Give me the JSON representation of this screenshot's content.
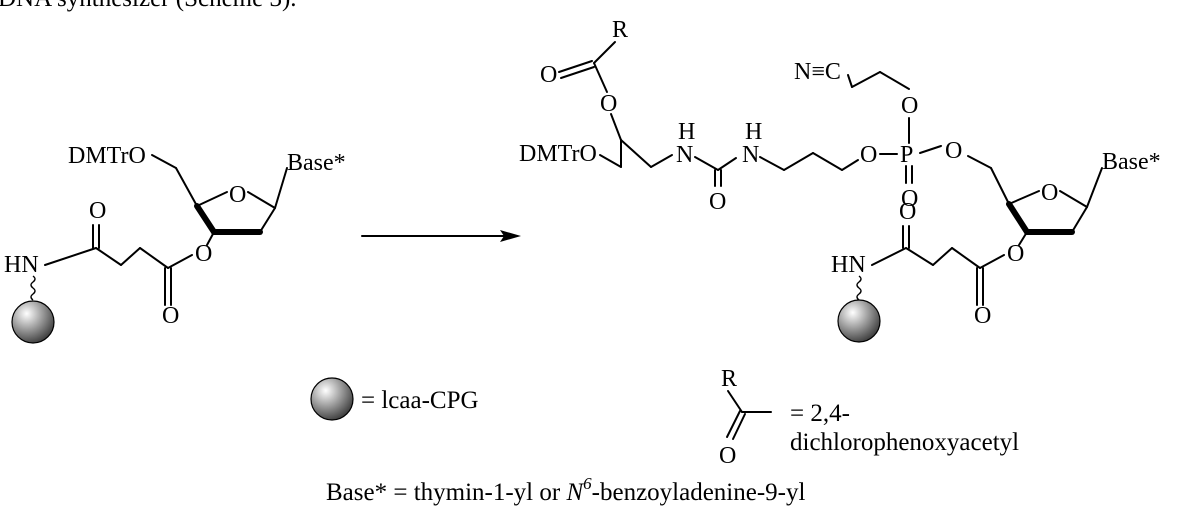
{
  "header_fragment": "DNA synthesizer (Scheme 3).",
  "left": {
    "dmtro": "DMTrO",
    "base": "Base*",
    "ring_o": "O",
    "ester_o": "O",
    "carbonyl_o_top": "O",
    "carbonyl_o_bottom": "O",
    "hn": "HN"
  },
  "right": {
    "r": "R",
    "acyl_o_double": "O",
    "acyl_o_ester": "O",
    "dmtro": "DMTrO",
    "nh1_h": "H",
    "nh1_n": "N",
    "nh2_h": "H",
    "nh2_n": "N",
    "urea_o": "O",
    "o_link": "O",
    "p": "P",
    "p_o_top": "O",
    "p_o_right": "O",
    "p_o_double": "O",
    "nitrile": "N≡C",
    "base": "Base*",
    "ring_o": "O",
    "carbonyl_o_top": "O",
    "ester_o": "O",
    "carbonyl_o_bottom": "O",
    "hn": "HN"
  },
  "legend": {
    "support_eq": "= lcaa-CPG",
    "acyl_r": "R",
    "acyl_o": "O",
    "acyl_line1": "= 2,4-",
    "acyl_line2": "dichlorophenoxyacetyl",
    "base_prefix": "Base* = thymin-1-yl or ",
    "base_n": "N",
    "base_sup": "6",
    "base_suffix": "-benzoyladenine-9-yl"
  },
  "colors": {
    "ink": "#000000",
    "sphere_highlight": "#ffffff",
    "sphere_mid": "#a6a6a6",
    "sphere_shadow": "#3a3a3a"
  }
}
